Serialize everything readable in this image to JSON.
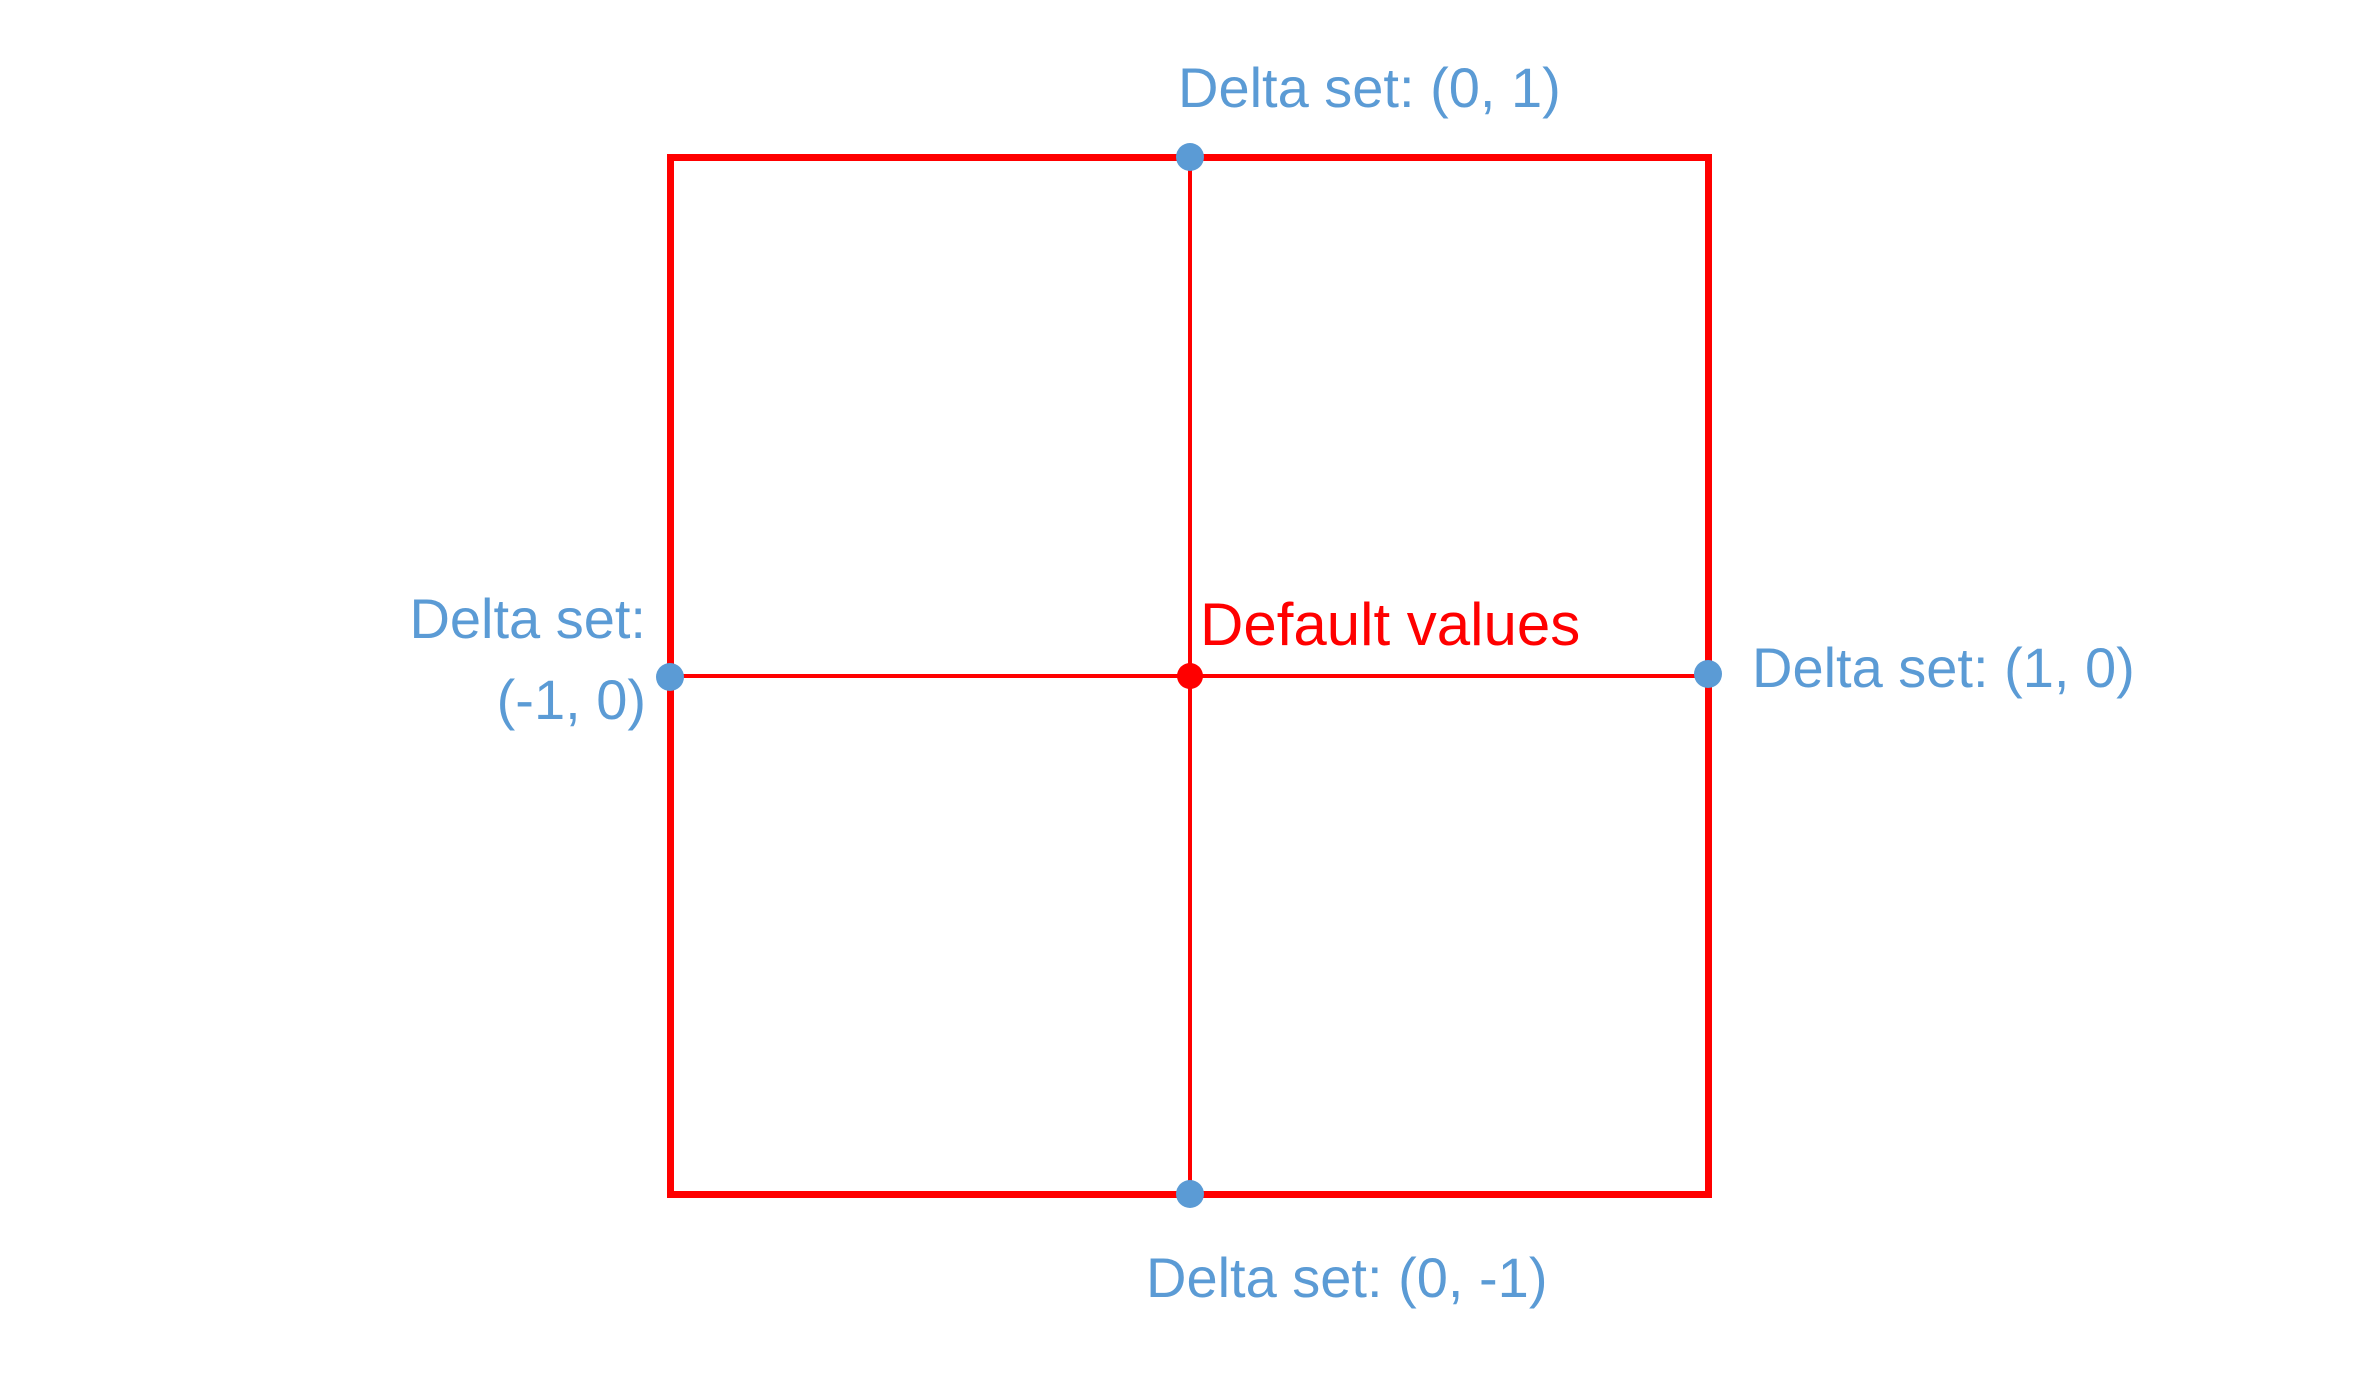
{
  "diagram": {
    "center": {
      "label": "Default values",
      "marker": "red-filled-circle"
    },
    "points": {
      "top": {
        "label": "Delta set: (0, 1)",
        "delta_x": 0,
        "delta_y": 1,
        "marker": "blue-filled-circle"
      },
      "right": {
        "label": "Delta set: (1, 0)",
        "delta_x": 1,
        "delta_y": 0,
        "marker": "blue-filled-circle"
      },
      "bottom": {
        "label": "Delta set: (0, -1)",
        "delta_x": 0,
        "delta_y": -1,
        "marker": "blue-filled-circle"
      },
      "left": {
        "label_line1": "Delta set:",
        "label_line2": "(-1, 0)",
        "delta_x": -1,
        "delta_y": 0,
        "marker": "blue-filled-circle"
      }
    },
    "colors": {
      "accent_blue": "#5B9BD5",
      "line_red": "#FF0000",
      "background": "#FFFFFF"
    }
  }
}
